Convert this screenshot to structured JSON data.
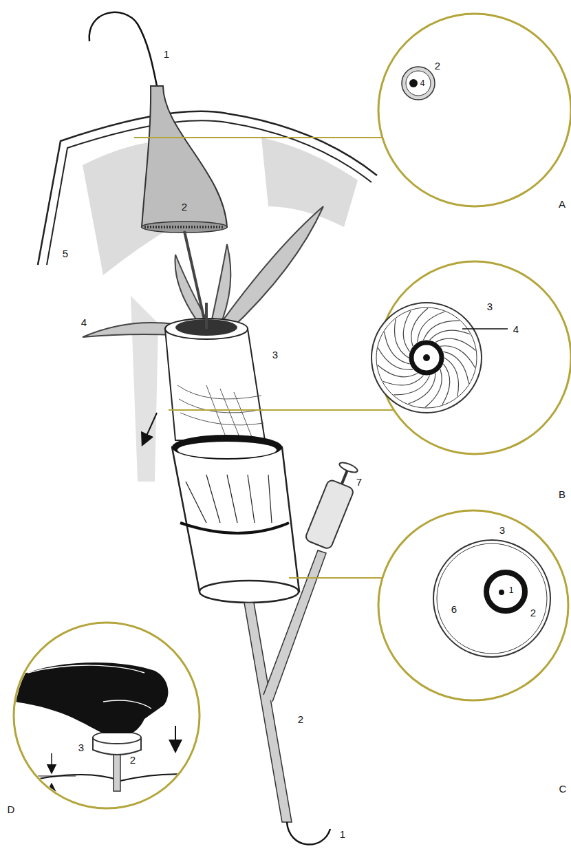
{
  "diagram": {
    "labels": [
      "1",
      "2",
      "5",
      "4",
      "3",
      "7",
      "2",
      "1",
      "2",
      "4",
      "A",
      "3",
      "4",
      "B",
      "3",
      "1",
      "6",
      "2",
      "C",
      "3",
      "2",
      "D"
    ]
  }
}
